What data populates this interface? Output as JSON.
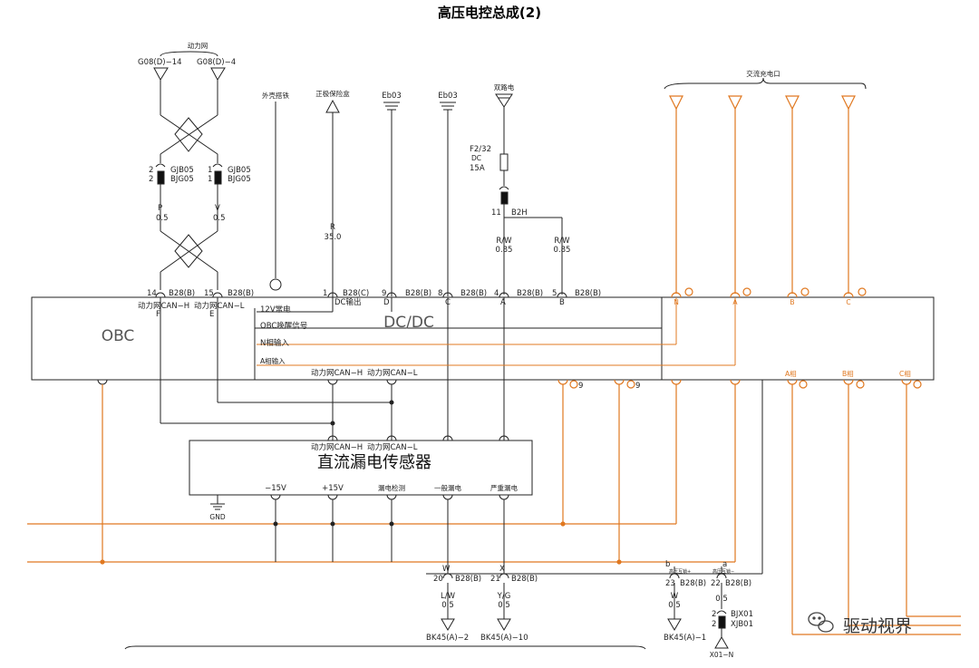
{
  "title": "高压电控总成(2)",
  "top_connectors": {
    "bus_label": "动力网",
    "left_ref": "G08(D)−14",
    "right_ref": "G08(D)−4",
    "left_pin_top": "2",
    "left_pin_bottom": "2",
    "left_conn_top": "GJB05",
    "left_conn_bottom": "BJG05",
    "right_pin_top": "1",
    "right_pin_bottom": "1",
    "right_conn_top": "GJB05",
    "right_conn_bottom": "BJG05",
    "left_wire_color": "P",
    "left_wire_size": "0.5",
    "right_wire_color": "V",
    "right_wire_size": "0.5"
  },
  "top_labels": {
    "shell_ground": "外壳搭铁",
    "fuse_box": "正极保险盒",
    "eb03_a": "Eb03",
    "eb03_b": "Eb03",
    "dual_power": "双路电",
    "r_wire": "R",
    "r_size": "35.0",
    "fuse_name": "F2/32",
    "fuse_type": "DC",
    "fuse_rating": "15A",
    "b2h_pin": "11",
    "b2h": "B2H",
    "rw1": "R/W",
    "rw1_size": "0.85",
    "rw2": "R/W",
    "rw2_size": "0.85",
    "ac_port": "交流充电口"
  },
  "pins": {
    "p14": "14",
    "p14_conn": "B28(B)",
    "p15": "15",
    "p15_conn": "B28(B)",
    "p1": "1",
    "p1_conn": "B28(C)",
    "p9": "9",
    "p9_conn": "B28(B)",
    "p8": "8",
    "p8_conn": "B28(B)",
    "p4": "4",
    "p4_conn": "B28(B)",
    "p5": "5",
    "p5_conn": "B28(B)"
  },
  "obc": {
    "name": "OBC",
    "dcdc": "DC/DC",
    "can_h": "动力网CAN−H",
    "can_l": "动力网CAN−L",
    "letter_f": "F",
    "letter_e": "E",
    "letter_d": "D",
    "letter_c": "C",
    "letter_a": "A",
    "letter_b": "B",
    "dc_out": "DC输出",
    "v12": "12V常电",
    "wake": "OBC唤醒信号",
    "n_in": "N相输入",
    "a_in": "A相输入",
    "can_h2": "动力网CAN−H",
    "can_l2": "动力网CAN−L",
    "n_port": "N",
    "a_port": "A",
    "b_port": "B",
    "c_port": "C",
    "a_phase": "A相",
    "b_phase": "B相",
    "c_phase": "C相",
    "pin_9a": "9",
    "pin_9b": "9"
  },
  "sensor": {
    "name": "直流漏电传感器",
    "can_h": "动力网CAN−H",
    "can_l": "动力网CAN−L",
    "neg15": "−15V",
    "pos15": "+15V",
    "leak_detect": "漏电检测",
    "general_leak": "一般漏电",
    "severe_leak": "严重漏电",
    "gnd": "GND"
  },
  "bottom": {
    "w_letter": "W",
    "x_letter": "X",
    "p20": "20",
    "p20_conn": "B28(B)",
    "p21": "21",
    "p21_conn": "B28(B)",
    "lw": "L/W",
    "lw_size": "0.5",
    "yg": "Y/G",
    "yg_size": "0.5",
    "bk45_2": "BK45(A)−2",
    "bk45_10": "BK45(A)−10",
    "b_letter": "b",
    "a_letter": "a",
    "p23": "23",
    "p23_conn": "B28(B)",
    "p22": "22",
    "p22_conn": "B28(B)",
    "w2": "W",
    "w2_size": "0.5",
    "size_05": "0.5",
    "bk45_1": "BK45(A)−1",
    "bjx01": "BJX01",
    "xjb01": "XJB01",
    "x01n": "X01−N",
    "pin2": "2",
    "pin2b": "2",
    "tiny_label": "高压互锁+",
    "tiny_label2": "高压互锁−"
  },
  "watermark": "驱动视界",
  "colors": {
    "wire": "#222222",
    "ac": "#e07820"
  }
}
